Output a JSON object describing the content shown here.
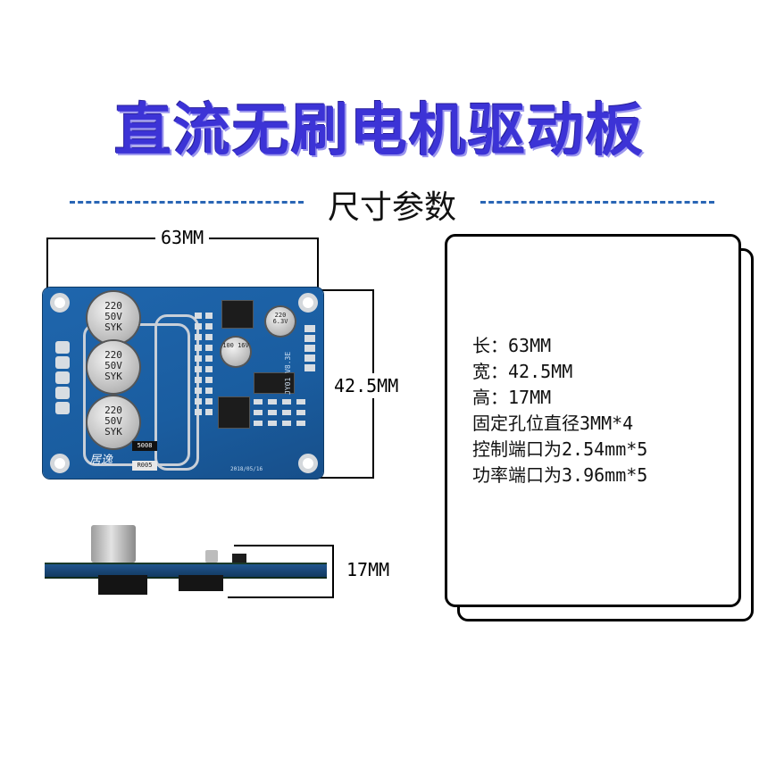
{
  "title": "直流无刷电机驱动板",
  "subtitle": "尺寸参数",
  "dimensions": {
    "width_label": "63MM",
    "height_label": "42.5MM",
    "thickness_label": "17MM"
  },
  "board": {
    "capacitors": [
      {
        "line1": "220",
        "line2": "50V",
        "line3": "SYK"
      },
      {
        "line1": "220",
        "line2": "50V",
        "line3": "SYK"
      },
      {
        "line1": "220",
        "line2": "50V",
        "line3": "SYK"
      }
    ],
    "small_capacitors": [
      {
        "text": "220 6.3V"
      },
      {
        "text": "100 16V"
      }
    ],
    "brand_logo": "居逸",
    "resistor_top": "5008",
    "resistor_bottom": "R005",
    "silk_model": "JY01 V8.3E",
    "silk_date": "2018/05/16"
  },
  "specs": {
    "items": [
      "长：63MM",
      "宽：42.5MM",
      "高：17MM",
      "固定孔位直径3MM*4",
      "控制端口为2.54mm*5",
      "功率端口为3.96mm*5"
    ]
  },
  "colors": {
    "title": "#3c33d6",
    "dash": "#2a66b5",
    "pcb": "#1f66ad"
  }
}
